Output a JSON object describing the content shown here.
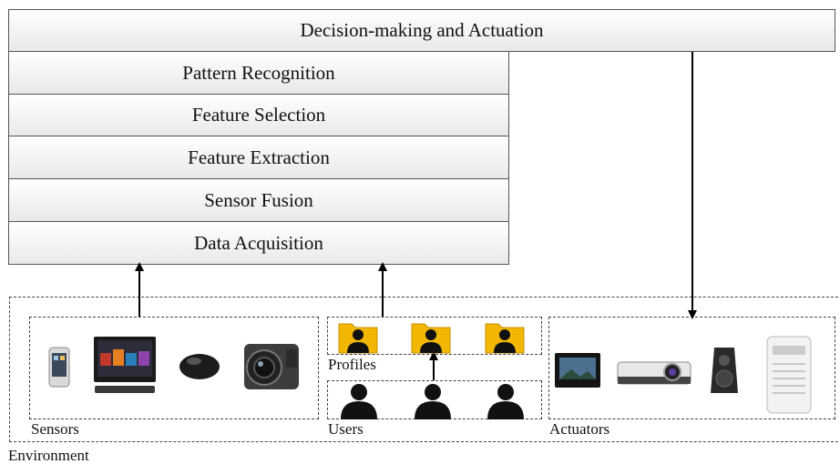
{
  "layers": {
    "top": "Decision-making and Actuation",
    "stack": [
      "Pattern Recognition",
      "Feature Selection",
      "Feature Extraction",
      "Sensor Fusion",
      "Data Acquisition"
    ]
  },
  "groups": {
    "environment": "Environment",
    "sensors": "Sensors",
    "profiles": "Profiles",
    "users": "Users",
    "actuators": "Actuators"
  },
  "icons": {
    "sensors": [
      "smartphone-icon",
      "touchscreen-pc-icon",
      "mouse-icon",
      "camera-icon"
    ],
    "profiles": [
      "profile-folder-icon",
      "profile-folder-icon",
      "profile-folder-icon"
    ],
    "users": [
      "user-icon",
      "user-icon",
      "user-icon"
    ],
    "actuators": [
      "photo-frame-icon",
      "projector-icon",
      "speaker-icon",
      "air-conditioner-icon"
    ]
  },
  "colors": {
    "folder": "#f2b705",
    "silhouette": "#111111",
    "line": "#000000"
  }
}
